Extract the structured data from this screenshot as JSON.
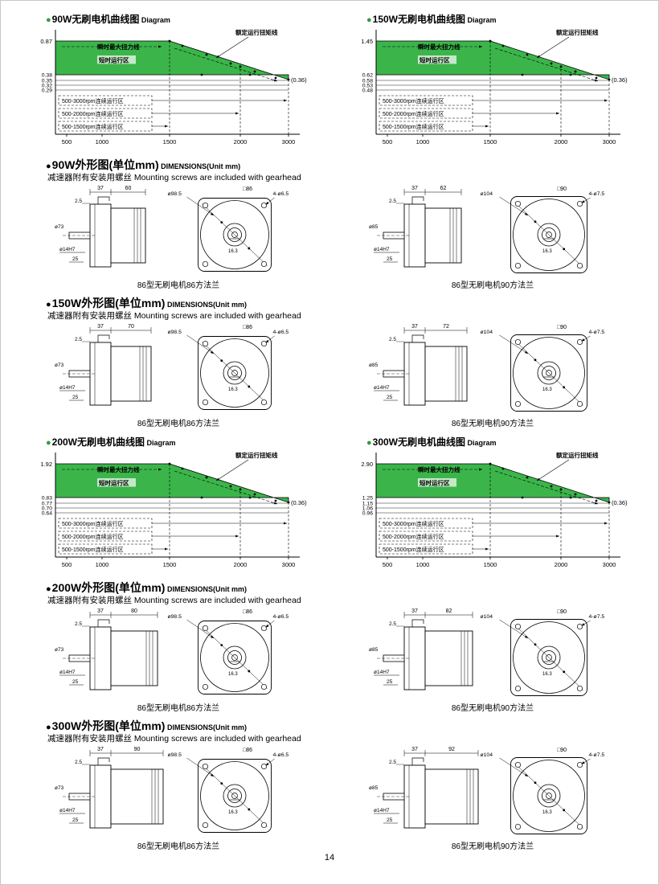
{
  "page_number": "14",
  "colors": {
    "region_green": "#3bb54a",
    "bullet_curve_green": "#2e9e3a",
    "ink": "#000000"
  },
  "curve_labels": {
    "max_torque_line": "瞬时最大扭力线",
    "rated_torque_line": "额定运行扭矩线",
    "short_time_zone": "短时运行区",
    "zone_3000": "500-3000rpm连续运行区",
    "zone_2000": "500-2000rpm连续运行区",
    "zone_1500": "500-1500rpm连续运行区"
  },
  "chart_data": [
    {
      "type": "area",
      "title": "90W无刷电机曲线图 Diagram",
      "x_ticks": [
        "500",
        "1000",
        "1500",
        "2000",
        "3000"
      ],
      "peak_torque": "0.87",
      "rated_torques": [
        "0.38",
        "0.35",
        "0.32",
        "0.29"
      ],
      "end_point": "(0.36)",
      "notes": "green region: peak torque 0.87 flat from 500 to 1500 rpm then declining to 0.36 at 3000 rpm"
    },
    {
      "type": "area",
      "title": "150W无刷电机曲线图 Diagram",
      "x_ticks": [
        "500",
        "1000",
        "1500",
        "2000",
        "3000"
      ],
      "peak_torque": "1.45",
      "rated_torques": [
        "0.62",
        "0.58",
        "0.53",
        "0.48"
      ],
      "end_point": "(0.36)"
    },
    {
      "type": "area",
      "title": "200W无刷电机曲线图 Diagram",
      "x_ticks": [
        "500",
        "1000",
        "1500",
        "2000",
        "3000"
      ],
      "peak_torque": "1.92",
      "rated_torques": [
        "0.83",
        "0.77",
        "0.70",
        "0.64"
      ],
      "end_point": "(0.36)"
    },
    {
      "type": "area",
      "title": "300W无刷电机曲线图 Diagram",
      "x_ticks": [
        "500",
        "1000",
        "1500",
        "2000",
        "3000"
      ],
      "peak_torque": "2.90",
      "rated_torques": [
        "1.25",
        "1.15",
        "1.06",
        "0.96"
      ],
      "end_point": "(0.36)"
    }
  ],
  "curves": [
    {
      "title_cn": "90W无刷电机曲线图",
      "title_en": "Diagram",
      "peak": "0.87",
      "rated_ticks": [
        "0.38",
        "0.35",
        "0.32",
        "0.29"
      ],
      "x_ticks": [
        "500",
        "1000",
        "1500",
        "2000",
        "3000"
      ],
      "annotation": "(0.36)"
    },
    {
      "title_cn": "150W无刷电机曲线图",
      "title_en": "Diagram",
      "peak": "1.45",
      "rated_ticks": [
        "0.62",
        "0.58",
        "0.53",
        "0.48"
      ],
      "x_ticks": [
        "500",
        "1000",
        "1500",
        "2000",
        "3000"
      ],
      "annotation": "(0.36)"
    },
    {
      "title_cn": "200W无刷电机曲线图",
      "title_en": "Diagram",
      "peak": "1.92",
      "rated_ticks": [
        "0.83",
        "0.77",
        "0.70",
        "0.64"
      ],
      "x_ticks": [
        "500",
        "1000",
        "1500",
        "2000",
        "3000"
      ],
      "annotation": "(0.36)"
    },
    {
      "title_cn": "300W无刷电机曲线图",
      "title_en": "Diagram",
      "peak": "2.90",
      "rated_ticks": [
        "1.25",
        "1.15",
        "1.06",
        "0.96"
      ],
      "x_ticks": [
        "500",
        "1000",
        "1500",
        "2000",
        "3000"
      ],
      "annotation": "(0.36)"
    }
  ],
  "dim_common": {
    "heading_en": "DIMENSIONS(Unit mm)",
    "subtitle_cn": "减速器附有安装用螺丝",
    "subtitle_en": "Mounting screws are included with gearhead"
  },
  "dim_sections": [
    {
      "heading_cn": "90W外形图(单位mm)",
      "groups": [
        {
          "gearhead_len": "37",
          "motor_len": "60",
          "step": "2.5",
          "body_dia": "ø73",
          "shaft_dia": "ø14H7",
          "shaft_len": "25",
          "flange_dia": "ø98.5",
          "square": "□86",
          "holes": "4-ø6.5",
          "key_width": "16.3",
          "caption": "86型无刷电机86方法兰"
        },
        {
          "gearhead_len": "37",
          "motor_len": "62",
          "step": "2.5",
          "body_dia": "ø85",
          "shaft_dia": "ø14H7",
          "shaft_len": "25",
          "flange_dia": "ø104",
          "square": "□90",
          "holes": "4-ø7.5",
          "key_width": "16.3",
          "caption": "86型无刷电机90方法兰"
        }
      ]
    },
    {
      "heading_cn": "150W外形图(单位mm)",
      "groups": [
        {
          "gearhead_len": "37",
          "motor_len": "70",
          "step": "2.5",
          "body_dia": "ø73",
          "shaft_dia": "ø14H7",
          "shaft_len": "25",
          "flange_dia": "ø98.5",
          "square": "□86",
          "holes": "4-ø6.5",
          "key_width": "16.3",
          "caption": "86型无刷电机86方法兰"
        },
        {
          "gearhead_len": "37",
          "motor_len": "72",
          "step": "2.5",
          "body_dia": "ø85",
          "shaft_dia": "ø14H7",
          "shaft_len": "25",
          "flange_dia": "ø104",
          "square": "□90",
          "holes": "4-ø7.5",
          "key_width": "16.3",
          "caption": "86型无刷电机90方法兰"
        }
      ]
    },
    {
      "heading_cn": "200W外形图(单位mm)",
      "groups": [
        {
          "gearhead_len": "37",
          "motor_len": "80",
          "step": "2.5",
          "body_dia": "ø73",
          "shaft_dia": "ø14H7",
          "shaft_len": "25",
          "flange_dia": "ø98.5",
          "square": "□86",
          "holes": "4-ø6.5",
          "key_width": "16.3",
          "caption": "86型无刷电机86方法兰"
        },
        {
          "gearhead_len": "37",
          "motor_len": "82",
          "step": "2.5",
          "body_dia": "ø85",
          "shaft_dia": "ø14H7",
          "shaft_len": "25",
          "flange_dia": "ø104",
          "square": "□90",
          "holes": "4-ø7.5",
          "key_width": "16.3",
          "caption": "86型无刷电机90方法兰"
        }
      ]
    },
    {
      "heading_cn": "300W外形图(单位mm)",
      "groups": [
        {
          "gearhead_len": "37",
          "motor_len": "90",
          "step": "2.5",
          "body_dia": "ø73",
          "shaft_dia": "ø14H7",
          "shaft_len": "25",
          "flange_dia": "ø98.5",
          "square": "□86",
          "holes": "4-ø6.5",
          "key_width": "16.3",
          "caption": "86型无刷电机86方法兰"
        },
        {
          "gearhead_len": "37",
          "motor_len": "92",
          "step": "2.5",
          "body_dia": "ø85",
          "shaft_dia": "ø14H7",
          "shaft_len": "25",
          "flange_dia": "ø104",
          "square": "□90",
          "holes": "4-ø7.5",
          "key_width": "16.3",
          "caption": "86型无刷电机90方法兰"
        }
      ]
    }
  ]
}
